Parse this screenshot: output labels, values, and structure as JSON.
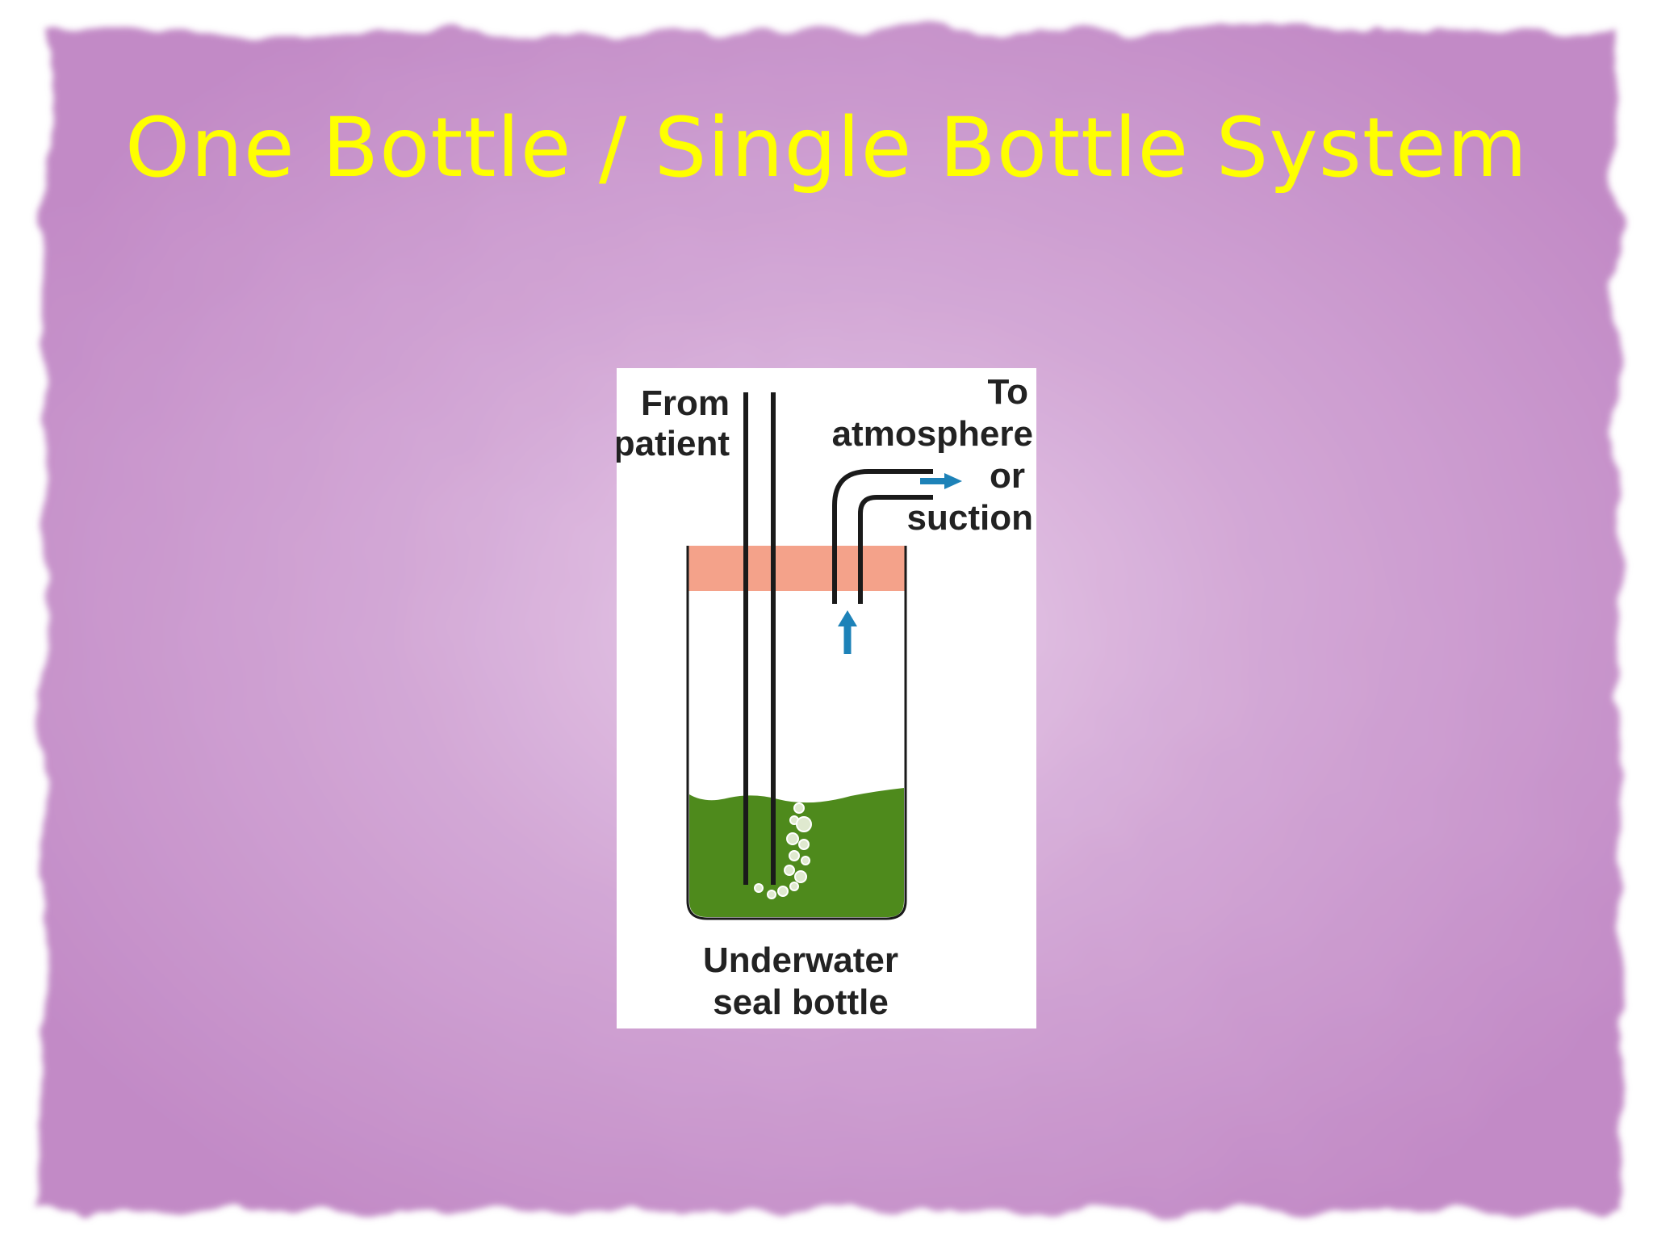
{
  "slide": {
    "title": "One Bottle / Single Bottle System",
    "background_color": "#c894cb",
    "title_color": "#ffff00"
  },
  "diagram": {
    "labels": {
      "from_patient_line1": "From",
      "from_patient_line2": "patient",
      "to_line1": "To",
      "to_line2": "atmosphere",
      "to_line3": "or",
      "to_line4": "suction",
      "bottle_line1": "Underwater",
      "bottle_line2": "seal bottle"
    },
    "colors": {
      "stopper": "#f4a28a",
      "water": "#4e8a1c",
      "arrow": "#1d82b8",
      "outline": "#1a1a1a"
    }
  }
}
